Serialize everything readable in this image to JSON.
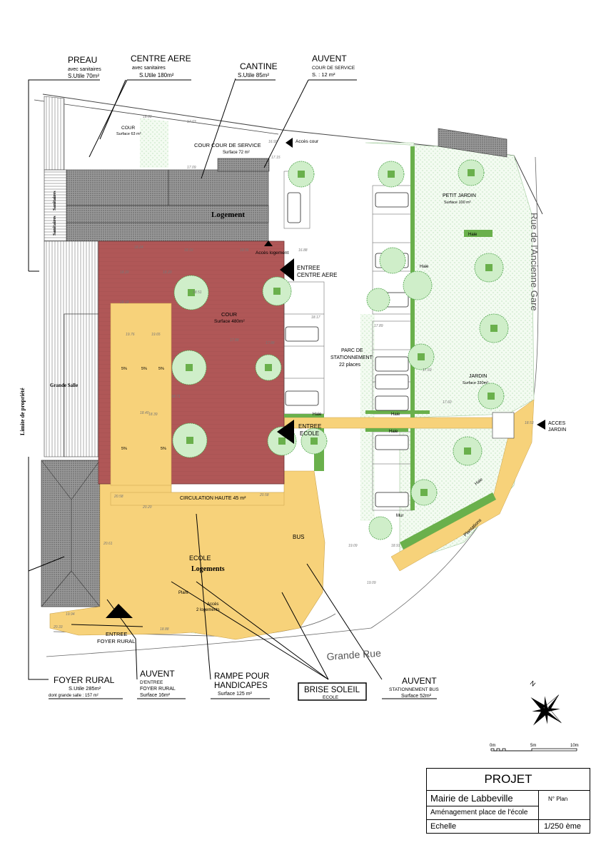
{
  "labels": {
    "preau": {
      "title": "PREAU",
      "line1": "avec sanitaires",
      "line2": "S.Utile 70m²"
    },
    "centre_aere": {
      "title": "CENTRE AERE",
      "line1": "avec sanitaires",
      "line2": "S.Utile 180m²"
    },
    "cantine": {
      "title": "CANTINE",
      "line2": "S.Utile 85m²"
    },
    "auvent_cour": {
      "title": "AUVENT",
      "line1": "COUR DE SERVICE",
      "line2": "S. : 12 m²"
    },
    "foyer_rural": {
      "title": "FOYER RURAL",
      "line1": "S.Utile 285m²",
      "line2": "dont grande salle : 157 m²"
    },
    "auvent_foyer": {
      "title": "AUVENT",
      "line1": "D'ENTREE",
      "line2": "FOYER RURAL",
      "line3": "Surface 16m²"
    },
    "rampe": {
      "title1": "RAMPE POUR",
      "title2": "HANDICAPES",
      "line1": "Surface 125 m²"
    },
    "brise_soleil": {
      "title": "BRISE SOLEIL",
      "line1": "ECOLE"
    },
    "auvent_bus": {
      "title": "AUVENT",
      "line1": "STATIONNEMENT BUS",
      "line2": "Surface 52m²"
    }
  },
  "plan": {
    "cour_small": {
      "title": "COUR",
      "surface": "Surface 63 m²"
    },
    "cour_service": {
      "title": "COUR COUR DE SERVICE",
      "surface": "Surface 72 m²"
    },
    "acces_cour": "Accès cour",
    "logement_top": "Logement",
    "acces_logement": "Accès logement",
    "entree_centre": {
      "line1": "ENTREE",
      "line2": "CENTRE AERE"
    },
    "cour_main": {
      "title": "COUR",
      "surface": "Surface 480m²"
    },
    "parking": {
      "line1": "PARC DE",
      "line2": "STATIONNEMENT",
      "line3": "22 places"
    },
    "petit_jardin": {
      "title": "PETIT JARDIN",
      "surface": "Surface 100 m²"
    },
    "jardin": {
      "title": "JARDIN",
      "surface": "Surface 330m²"
    },
    "entree_ecole": {
      "line1": "ENTREE",
      "line2": "ECOLE"
    },
    "acces_jardin": {
      "line1": "ACCES",
      "line2": "JARDIN"
    },
    "circulation": "CIRCULATION HAUTE  45 m²",
    "ecole": "ECOLE",
    "logements": "Logements",
    "bus": "BUS",
    "plant": "Plant",
    "acces_logements": {
      "line1": "Accès",
      "line2": "2 logements"
    },
    "entree_foyer": {
      "line1": "ENTREE",
      "line2": "FOYER RURAL"
    },
    "grande_salle": "Grande Salle",
    "sanitaires": "Sanitaires",
    "limite": "Limite de propriété",
    "haie": "Haie",
    "mur": "Mur",
    "plantations": "Plantations",
    "ramp_pct": "5%",
    "street_east": "Rue   de   l'Ancienne   Gare",
    "street_south": "Grande     Rue",
    "north": "N",
    "scale": {
      "s0": "0m",
      "s5": "5m",
      "s10": "10m"
    },
    "levels": [
      "18.88",
      "17.03",
      "16.92",
      "17.09",
      "17.15",
      "16.88",
      "18.24",
      "18.20",
      "18.16",
      "18.20",
      "18.06",
      "18.18",
      "17.88",
      "18.51",
      "18.17",
      "17.89",
      "18.71",
      "17.88",
      "18.40",
      "18.39",
      "19.76",
      "19.65",
      "19.09",
      "17.69",
      "17.60",
      "20.58",
      "20.61",
      "20.58",
      "20.20",
      "19.09",
      "18.91",
      "18.88",
      "20.33",
      "19.94",
      "18.53"
    ]
  },
  "title_block": {
    "projet": "PROJET",
    "mairie": "Mairie de Labbeville",
    "n_plan": "N° Plan",
    "amenagement": "Aménagement place de l'école",
    "echelle": "Echelle",
    "scale": "1/250 ème"
  },
  "colors": {
    "red": "#b05757",
    "yellow": "#f7d27a",
    "green": "#6ab04c",
    "gray": "#8a8a8a"
  }
}
